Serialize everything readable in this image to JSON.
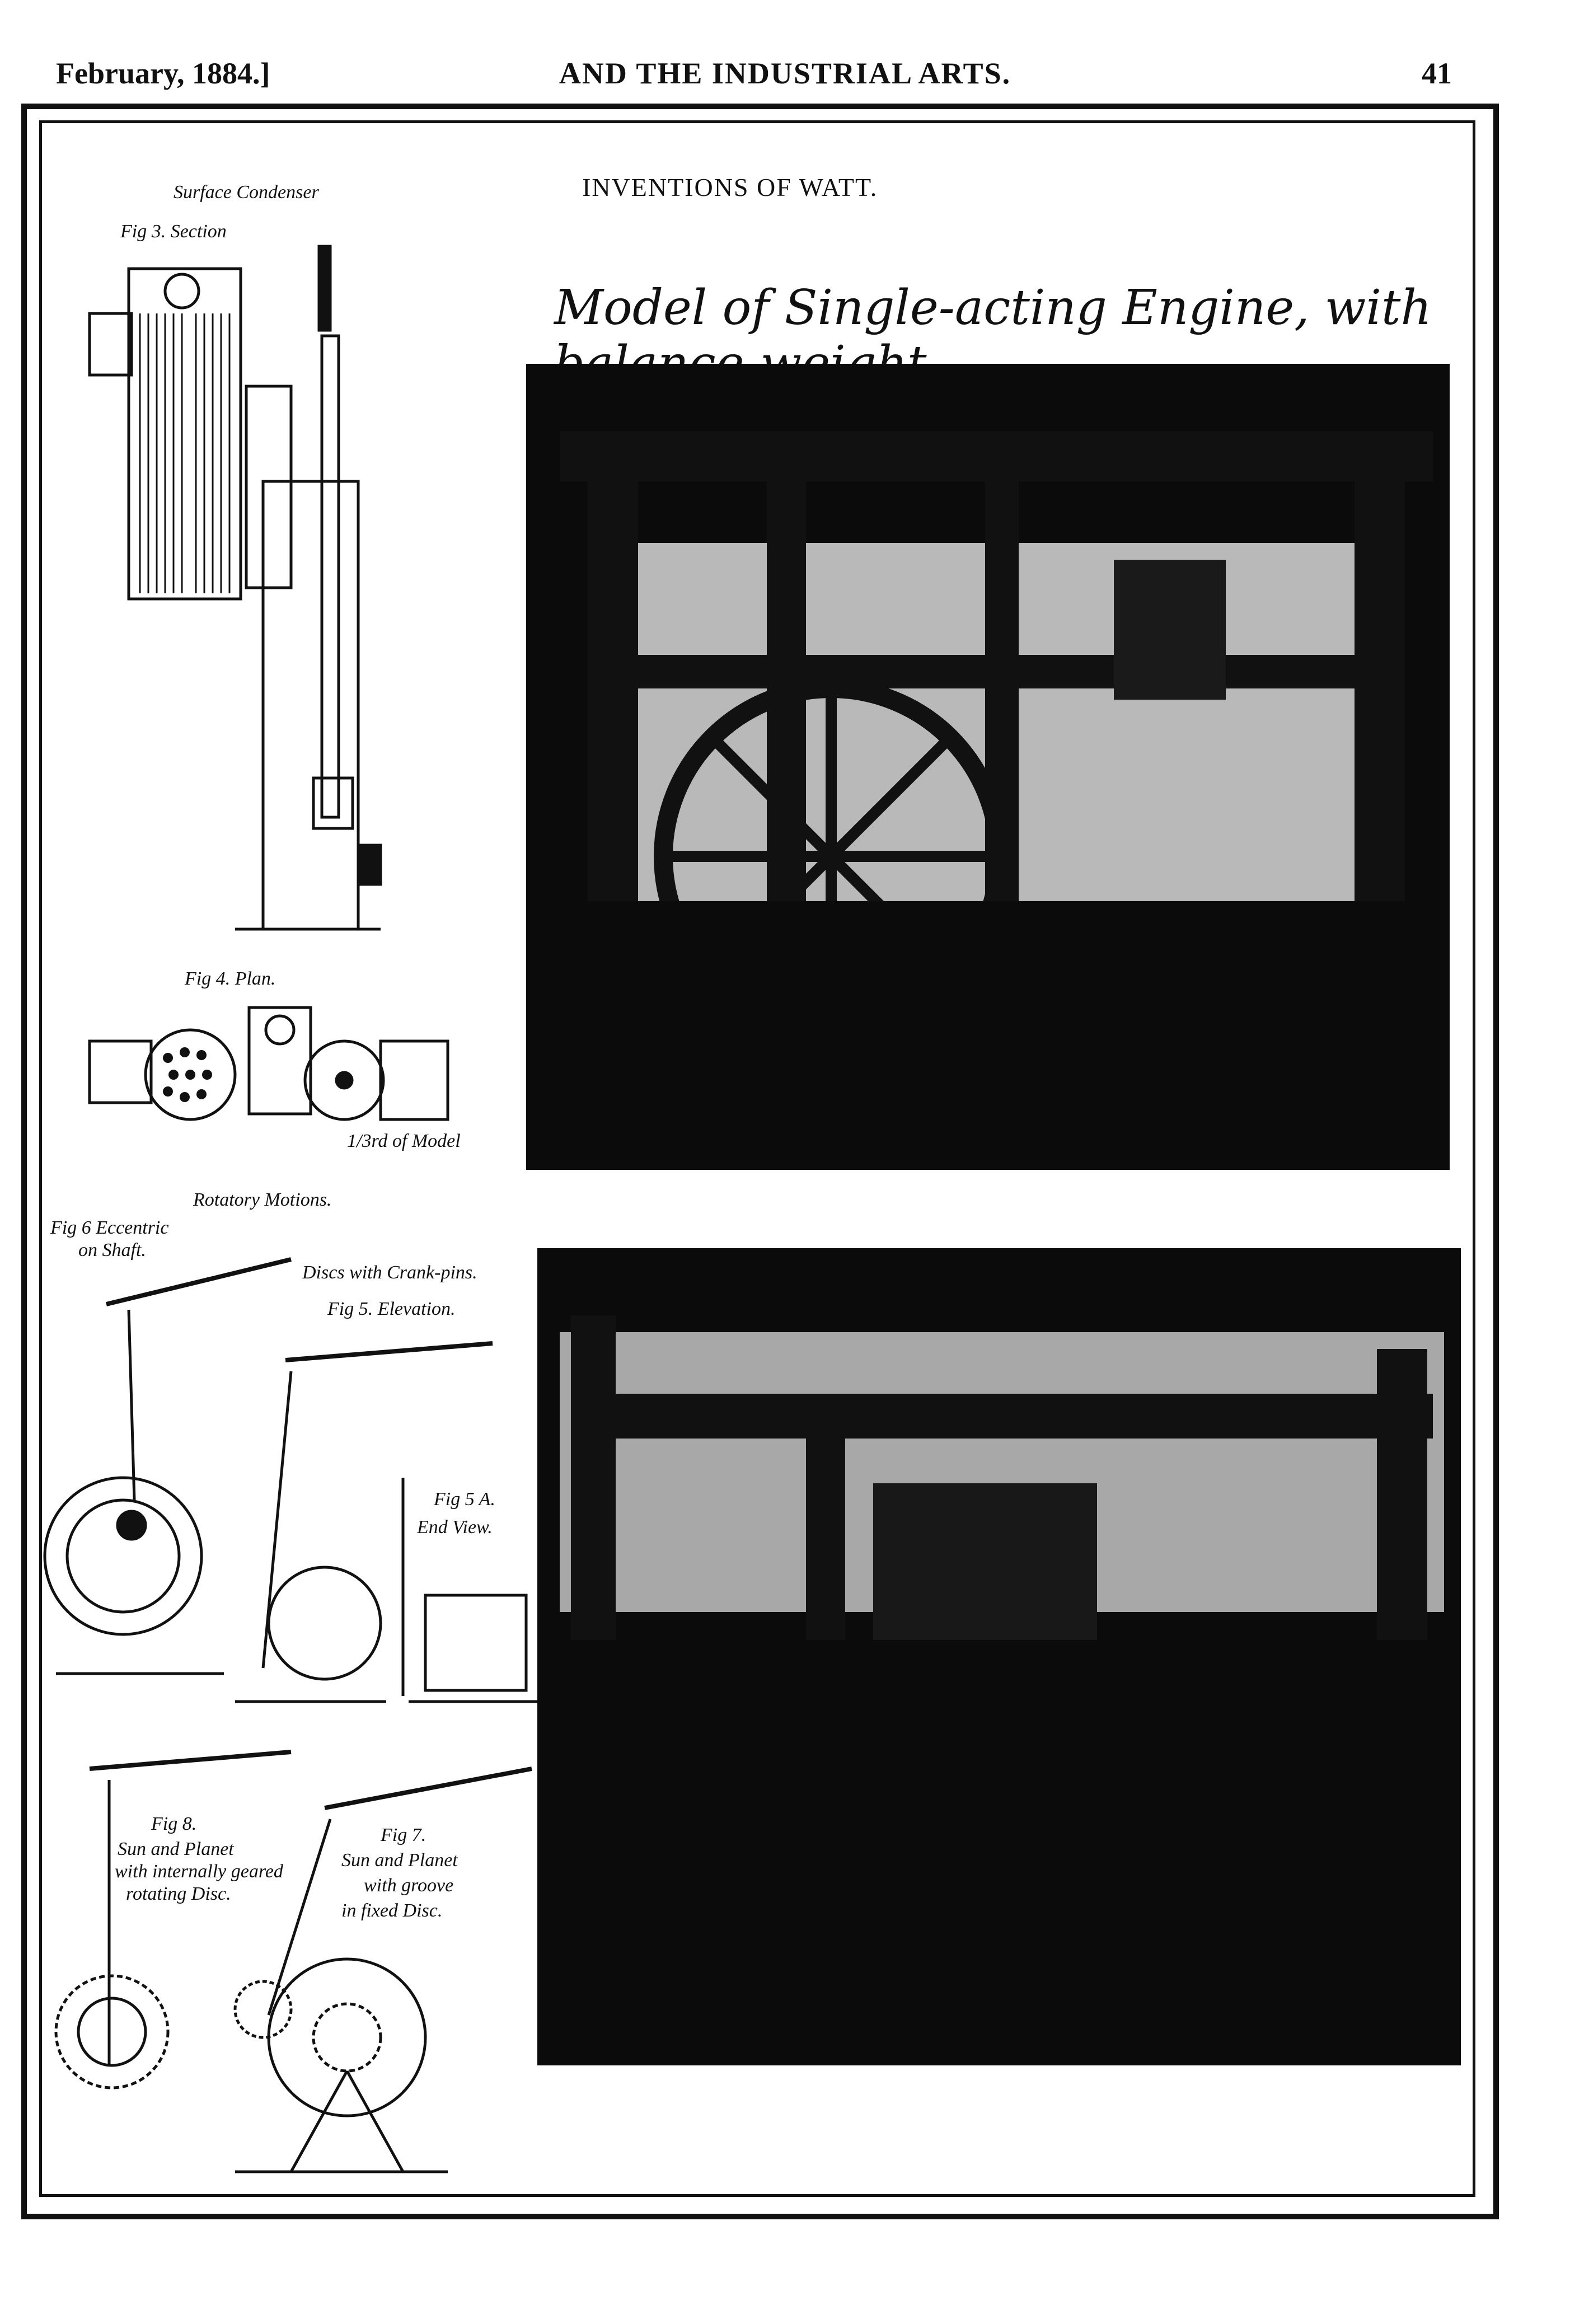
{
  "header": {
    "date": "February, 1884.]",
    "journal_title": "AND THE INDUSTRIAL ARTS.",
    "page_number": "41"
  },
  "plate": {
    "title": "INVENTIONS OF WATT.",
    "model_caption": "Model of Single-acting Engine, with balance-weight."
  },
  "figures": {
    "surface_condenser": "Surface Condenser",
    "fig3": "Fig 3.  Section",
    "fig4": "Fig 4.  Plan.",
    "scale": "1/3rd of Model",
    "rotatory_motions": "Rotatory Motions.",
    "fig6_line1": "Fig 6  Eccentric",
    "fig6_line2": "on  Shaft.",
    "discs": "Discs  with  Crank-pins.",
    "fig5": "Fig 5.  Elevation.",
    "fig5a_line1": "Fig 5 A.",
    "fig5a_line2": "End  View.",
    "fig8_line1": "Fig 8.",
    "fig8_line2": "Sun  and  Planet",
    "fig8_line3": "with internally geared",
    "fig8_line4": "rotating  Disc.",
    "fig7_line1": "Fig 7.",
    "fig7_line2": "Sun  and  Planet",
    "fig7_line3": "with  groove",
    "fig7_line4": "in  fixed  Disc."
  }
}
